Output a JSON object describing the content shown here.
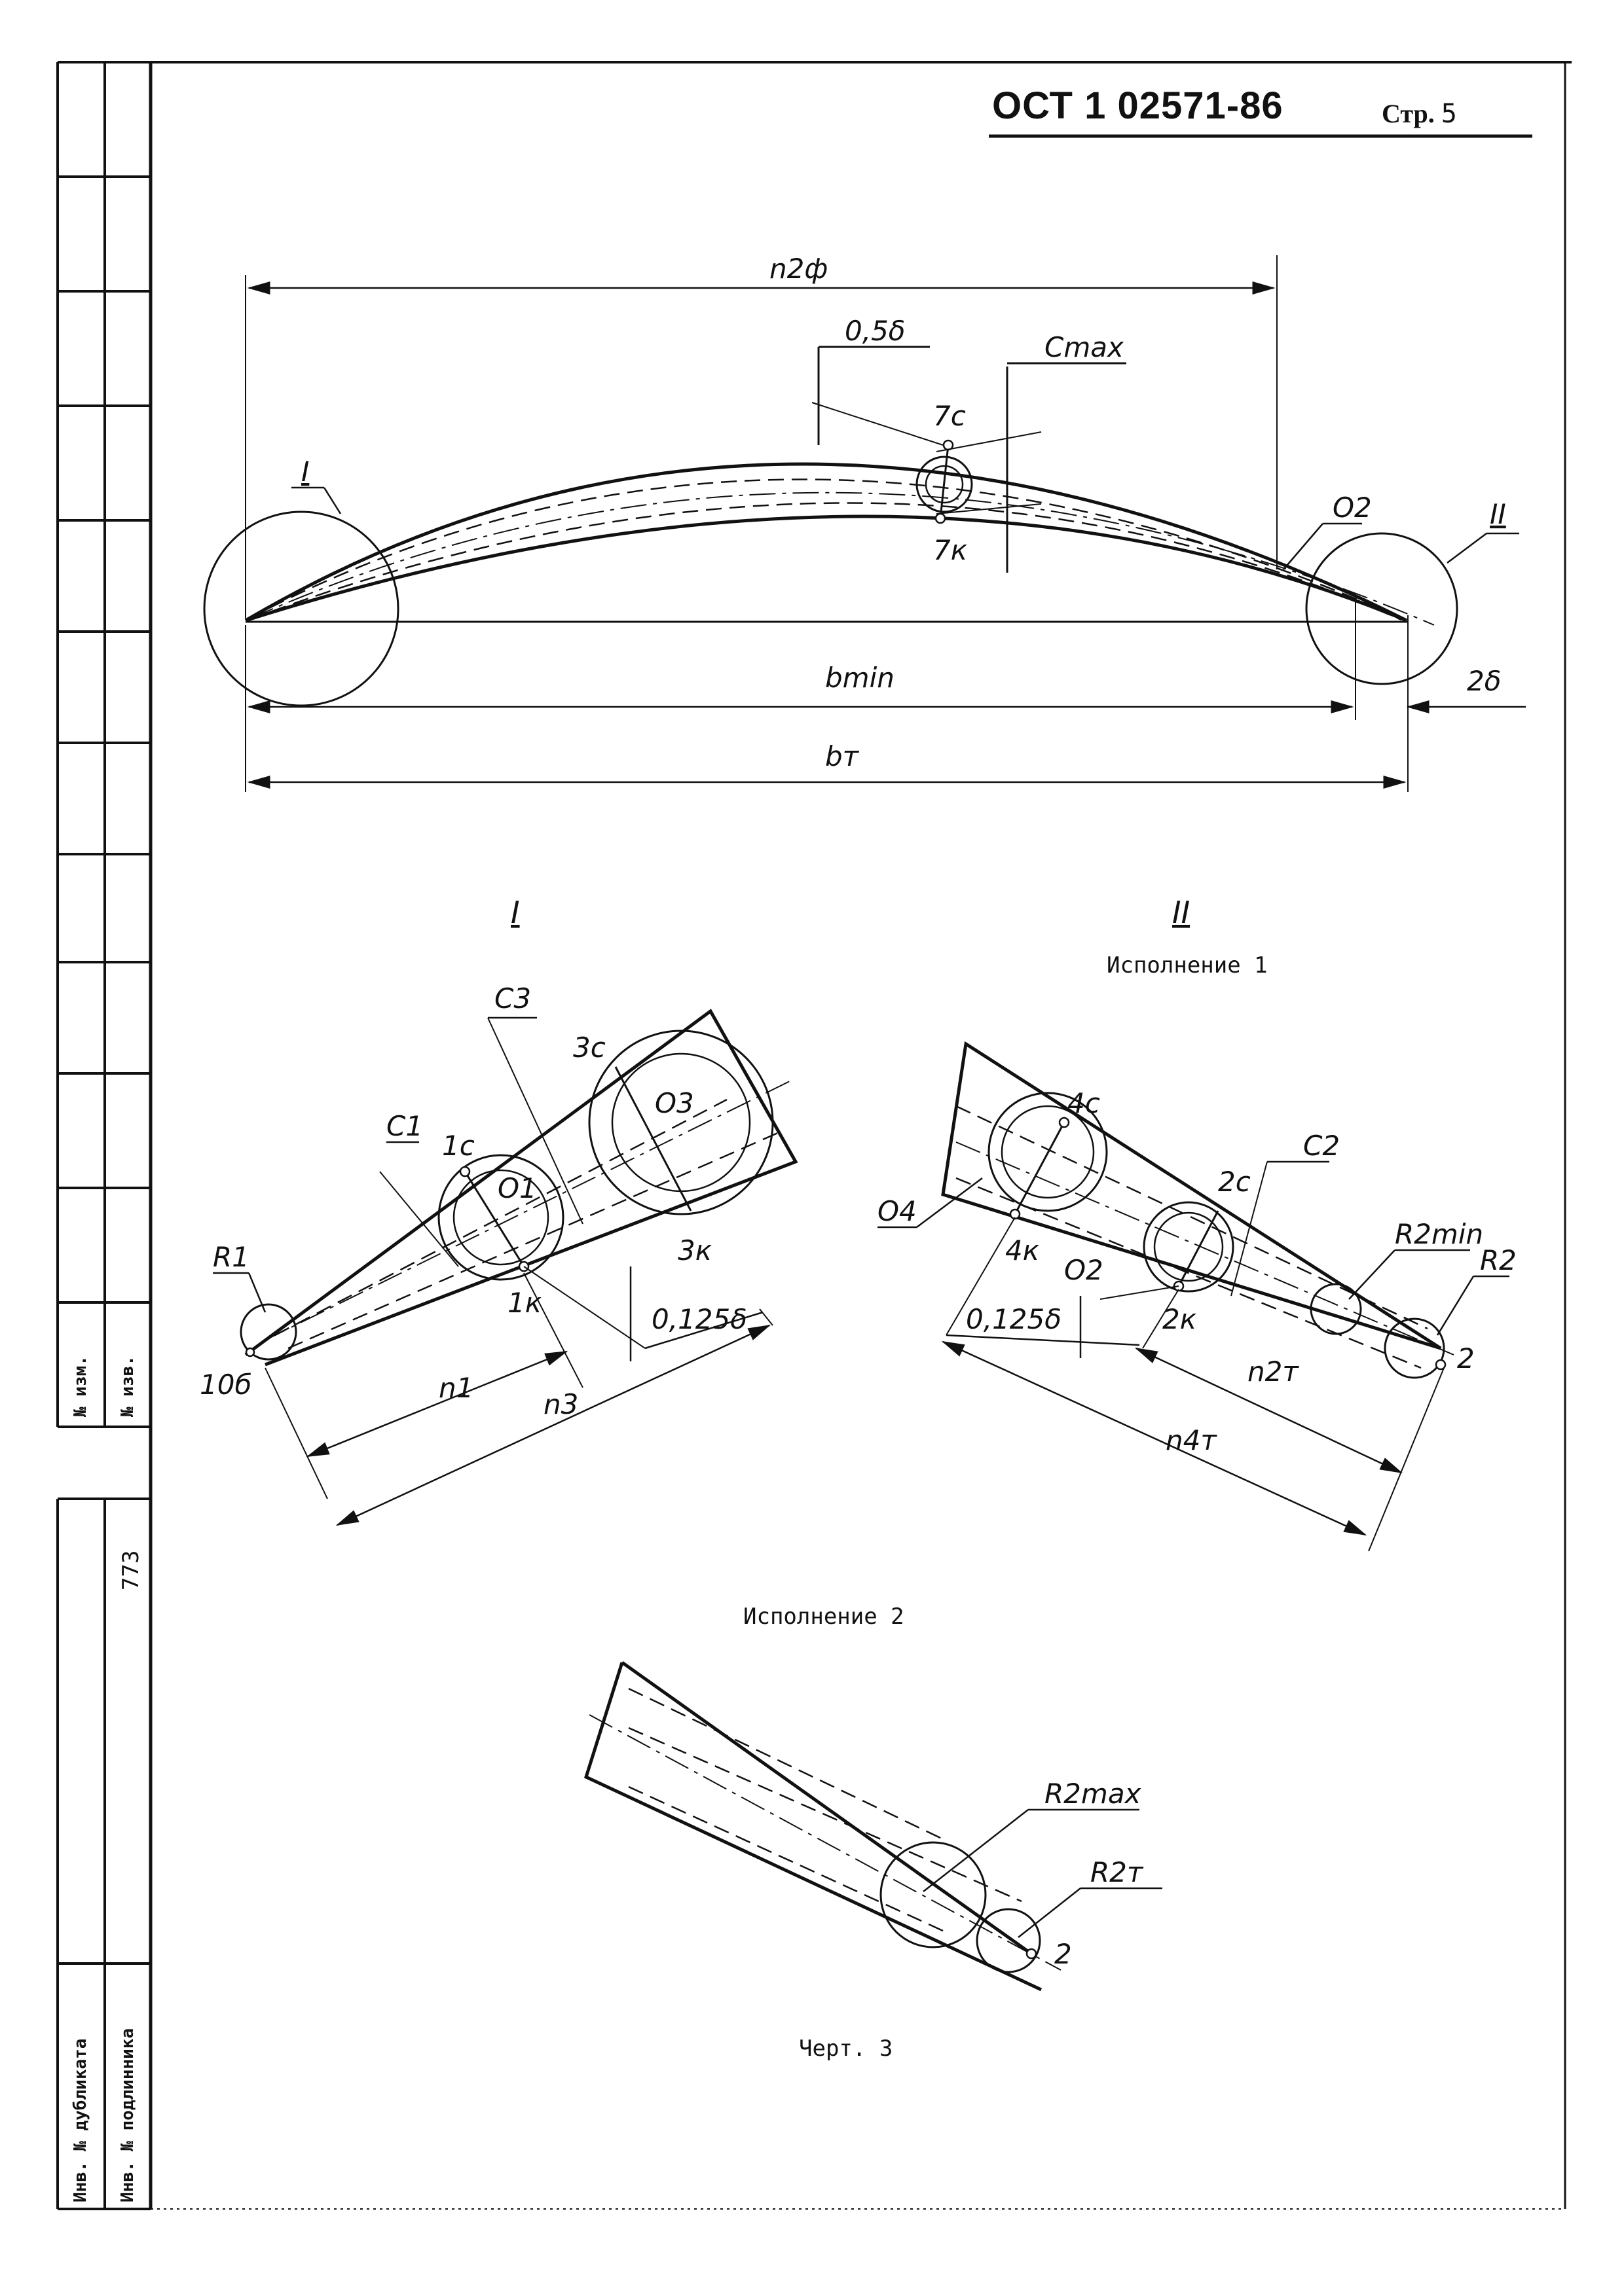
{
  "header": {
    "doc_code": "ОСТ 1 02571-86",
    "page_label": "Стр.",
    "page_number": "5"
  },
  "sidebar": {
    "izm": "№ изм.",
    "izv": "№ изв.",
    "inv_dup": "Инв. № дубликата",
    "inv_orig": "Инв. № подлинника",
    "orig_number": "773"
  },
  "main_view": {
    "n2f": "n2ф",
    "half_delta": "0,5δ",
    "cmax": "Cmax",
    "p7c": "7c",
    "p7k": "7к",
    "o2": "O2",
    "view1": "I",
    "view2": "II",
    "bmin": "bmin",
    "bt": "bт",
    "two_delta": "2δ"
  },
  "detail_I": {
    "title": "I",
    "c3": "C3",
    "c1": "C1",
    "p3c": "3c",
    "o3": "O3",
    "p1c": "1c",
    "o1": "O1",
    "r1": "R1",
    "p1k": "1к",
    "p3k": "3к",
    "d0125": "0,125δ",
    "p10b": "10б",
    "n1": "n1",
    "n3": "n3"
  },
  "detail_II": {
    "title": "II",
    "caption": "Исполнение 1",
    "p4c": "4c",
    "o4": "O4",
    "p4k": "4к",
    "c2": "C2",
    "p2c": "2c",
    "r2min": "R2min",
    "r2": "R2",
    "o2": "O2",
    "p2k": "2к",
    "d0125": "0,125δ",
    "n2t": "n2т",
    "n4t": "n4т",
    "p2": "2"
  },
  "detail_2": {
    "caption": "Исполнение 2",
    "r2max": "R2max",
    "r2t": "R2т",
    "p2": "2"
  },
  "figure_caption": "Черт. 3"
}
